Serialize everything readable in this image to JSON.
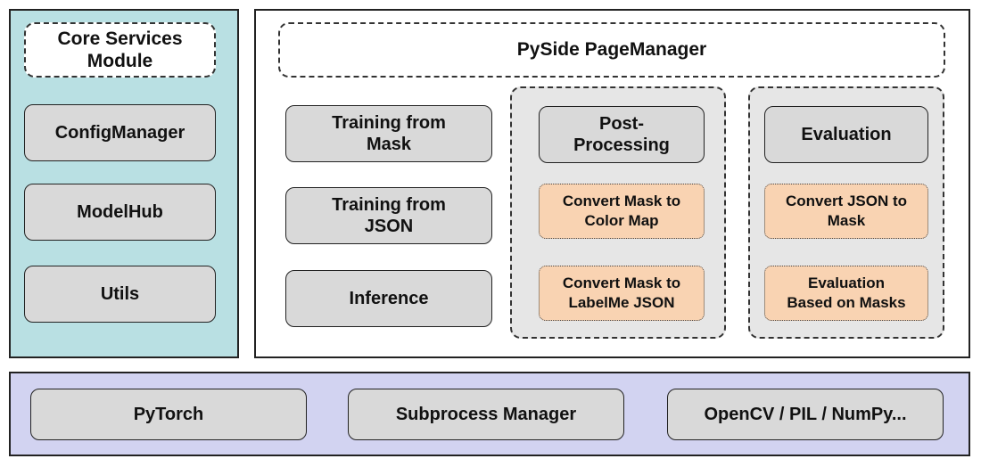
{
  "core": {
    "title": "Core Services\nModule",
    "items": [
      "ConfigManager",
      "ModelHub",
      "Utils"
    ]
  },
  "main": {
    "title": "PySide PageManager",
    "training_column": [
      "Training from\nMask",
      "Training from\nJSON",
      "Inference"
    ],
    "postprocessing": {
      "title": "Post-\nProcessing",
      "items": [
        "Convert Mask to\nColor Map",
        "Convert Mask to\nLabelMe JSON"
      ]
    },
    "evaluation": {
      "title": "Evaluation",
      "items": [
        "Convert JSON to\nMask",
        "Evaluation\nBased on Masks"
      ]
    }
  },
  "foundation": {
    "items": [
      "PyTorch",
      "Subprocess Manager",
      "OpenCV / PIL / NumPy..."
    ]
  },
  "colors": {
    "core_panel_bg": "#b9e0e3",
    "foundation_bg": "#d2d3f1",
    "box_bg": "#d9d9d9",
    "group_bg": "#e6e6e6",
    "highlight_bg": "#f9d3b2"
  }
}
